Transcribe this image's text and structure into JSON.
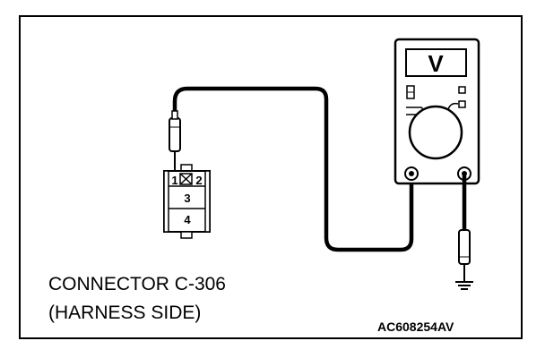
{
  "caption": {
    "line1": "CONNECTOR C-306",
    "line2": "(HARNESS SIDE)"
  },
  "figure_code": "AC608254AV",
  "connector": {
    "pins": {
      "p1": "1",
      "p2": "2",
      "p3": "3",
      "p4": "4"
    },
    "blank_pin_icon": "cross-box"
  },
  "meter": {
    "display_symbol": "V",
    "icons": [
      "voltmeter-icon",
      "ground-icon",
      "probe-icon"
    ]
  }
}
